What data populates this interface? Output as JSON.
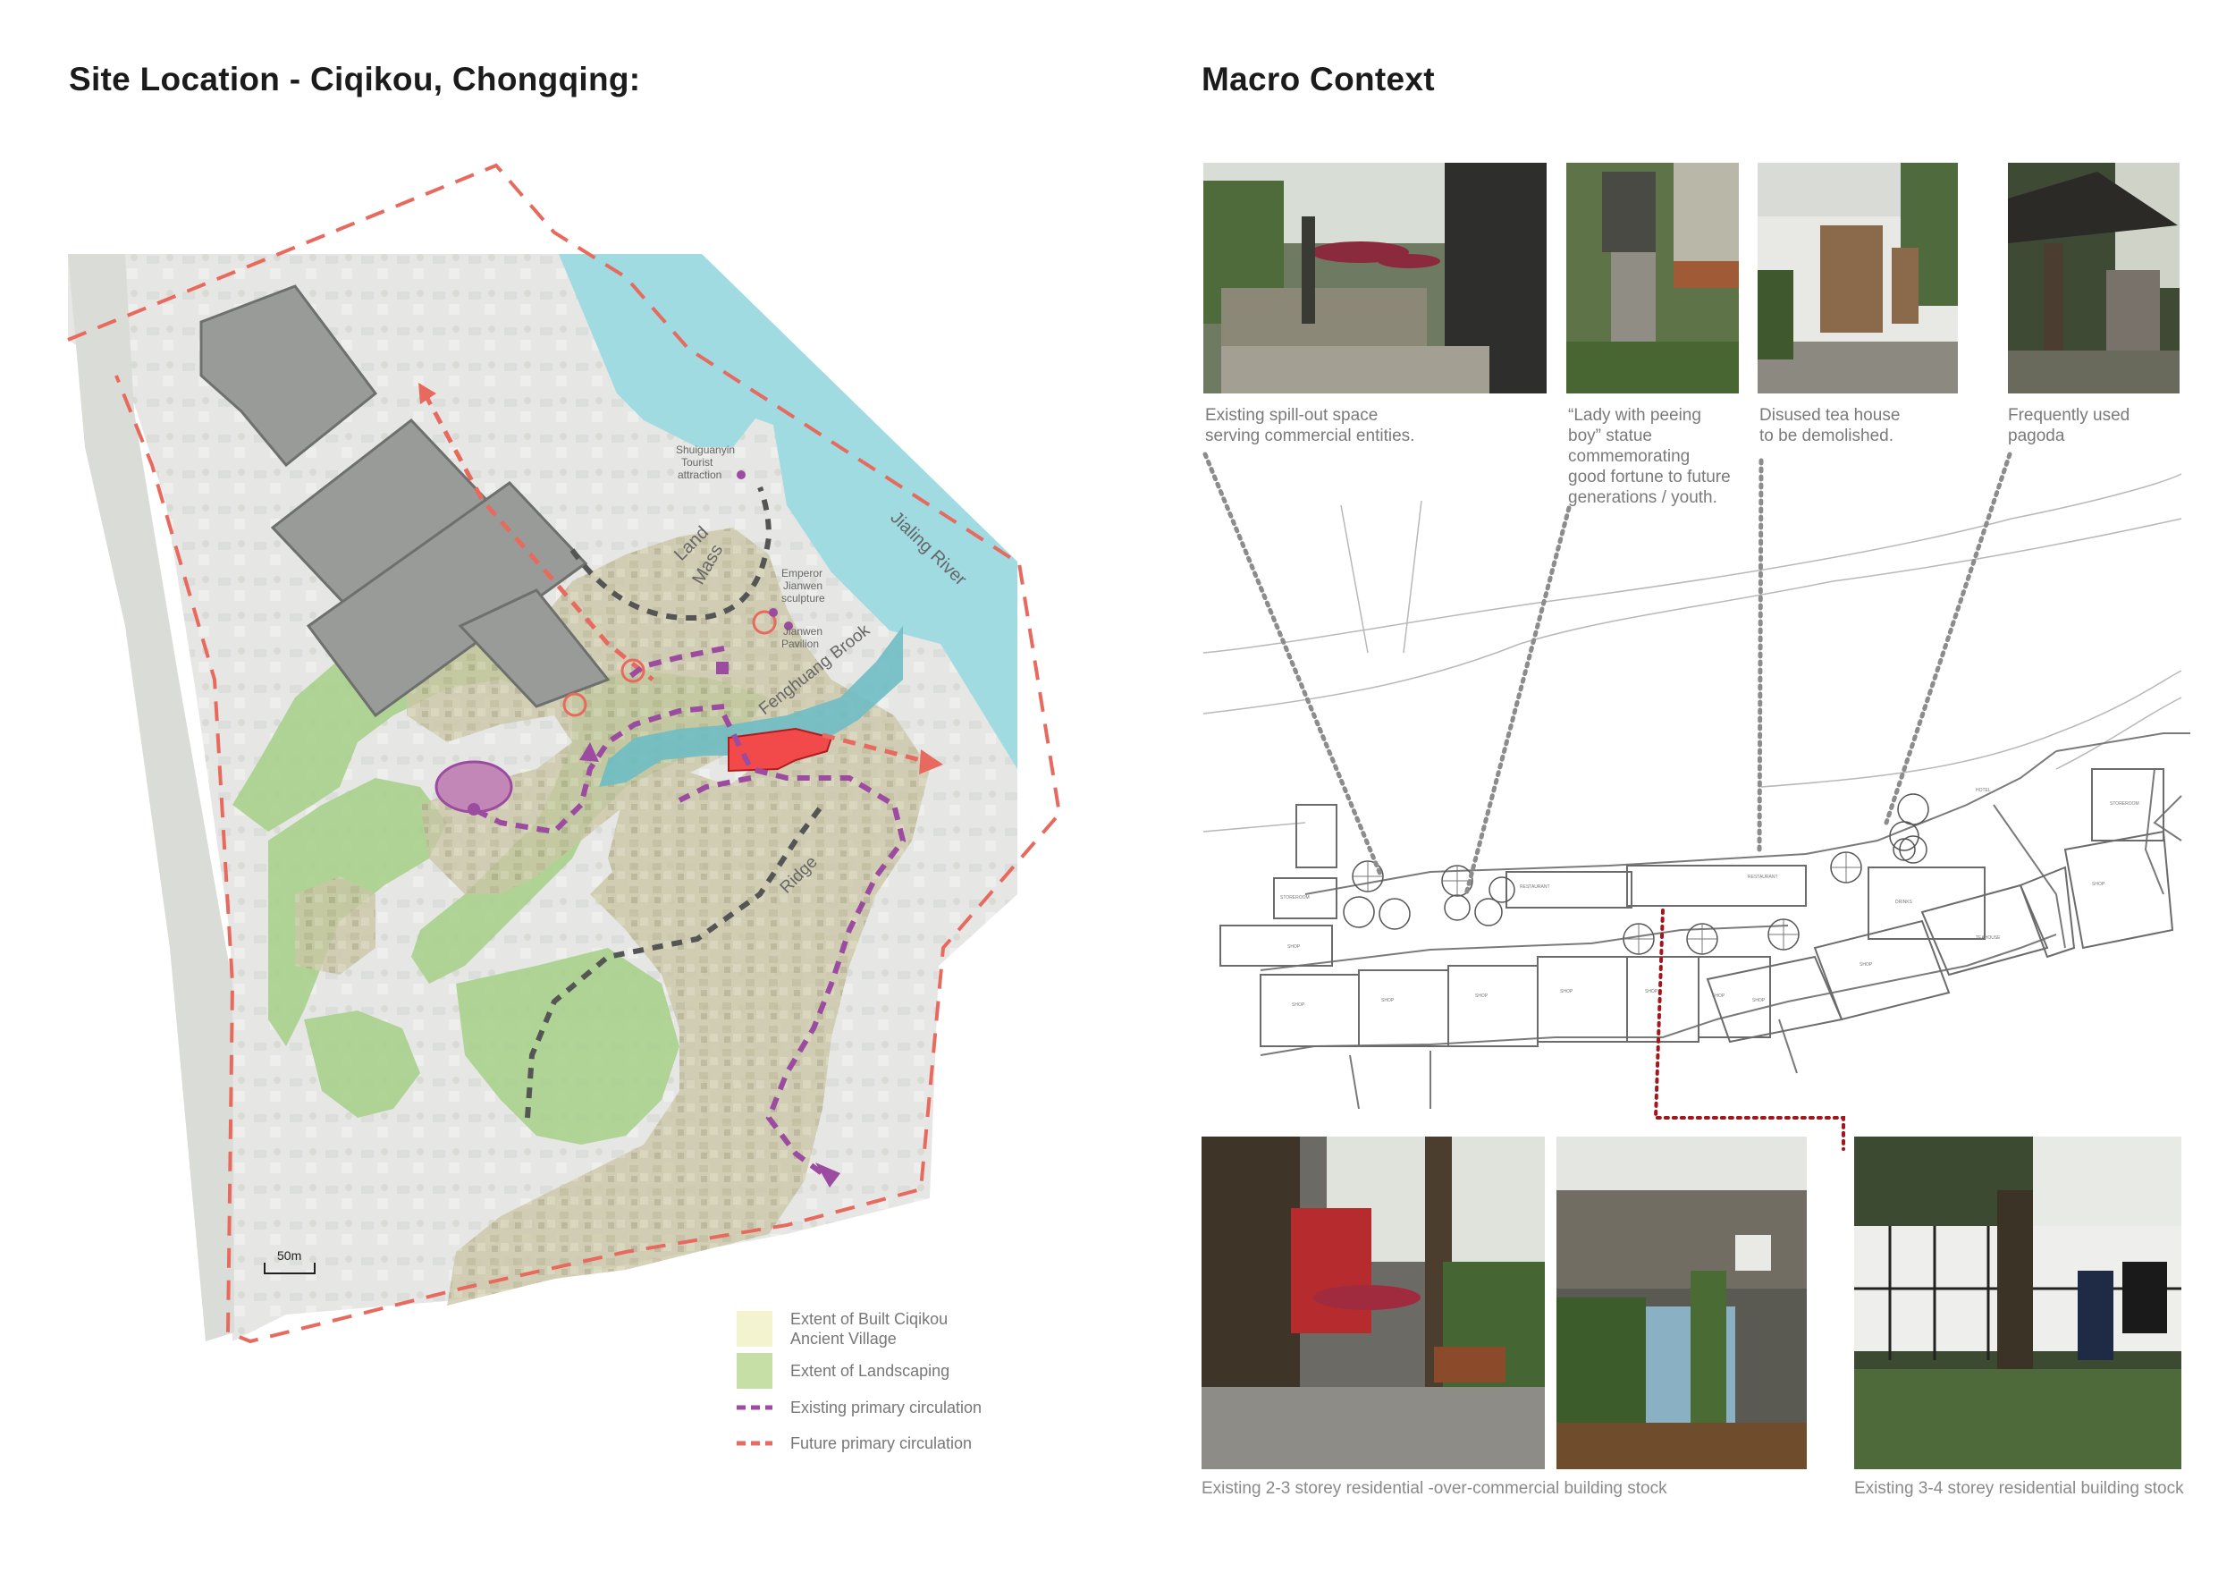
{
  "left_panel": {
    "title": "Site Location - Ciqikou, Chongqing:",
    "map_labels": {
      "jialing_river": "Jialing River",
      "fenghuang_brook": "Fenghuang Brook",
      "land_mass_1": "Land",
      "land_mass_2": "Mass",
      "ridge": "Ridge",
      "shuiguanyin_1": "Shuiguanyin",
      "shuiguanyin_2": "Tourist",
      "shuiguanyin_3": "attraction",
      "emperor_1": "Emperor",
      "emperor_2": "Jianwen",
      "emperor_3": "sculpture",
      "pavilion_1": "Jianwen",
      "pavilion_2": "Pavilion",
      "scale": "50m"
    },
    "legend": [
      {
        "label_1": "Extent of Built Ciqikou",
        "label_2": "Ancient Village",
        "swatch_color": "#f3f4cf"
      },
      {
        "label_1": "Extent of Landscaping",
        "label_2": "",
        "swatch_color": "#c6dfa6"
      },
      {
        "label_1": "Existing primary circulation",
        "label_2": "",
        "swatch_color": "#9b4ba0"
      },
      {
        "label_1": "Future primary circulation",
        "label_2": "",
        "swatch_color": "#e86a5e"
      }
    ]
  },
  "right_panel": {
    "title": "Macro Context",
    "top_captions": [
      {
        "line1": "Existing spill-out space",
        "line2": "serving commercial entities.",
        "line3": "",
        "line4": "",
        "line5": ""
      },
      {
        "line1": "“Lady with peeing",
        "line2": "boy” statue",
        "line3": "commemorating",
        "line4": "good fortune to future",
        "line5": "generations / youth."
      },
      {
        "line1": "Disused tea house",
        "line2": "to be demolished.",
        "line3": "",
        "line4": "",
        "line5": ""
      },
      {
        "line1": "Frequently used",
        "line2": "pagoda",
        "line3": "",
        "line4": "",
        "line5": ""
      }
    ],
    "bottom_captions": {
      "left": "Existing 2-3 storey residential -over-commercial building stock",
      "right": "Existing 3-4 storey residential building stock"
    },
    "plan_labels": {
      "row1": [
        "STOREROOM",
        "SHOP",
        "RESTAURANT",
        "SHOP",
        "SHOP",
        "SHOP",
        "HOTEL",
        "STOREROOM",
        "RESTAURANT"
      ],
      "row2": [
        "SHOP",
        "SHOP",
        "SHOP",
        "SHOP",
        "SHOP",
        "TEAHOUSE",
        "SHOP",
        "DRINKS"
      ]
    }
  },
  "colors": {
    "future_circulation": "#e86a5e",
    "existing_circulation": "#9b4ba0",
    "river": "#9fdbe1",
    "landscaping": "#9fcb84",
    "built_village": "#c9c4a4",
    "site_highlight": "#f24a4a",
    "leader_grey": "#8c8c8c",
    "leader_red": "#a3161c"
  }
}
